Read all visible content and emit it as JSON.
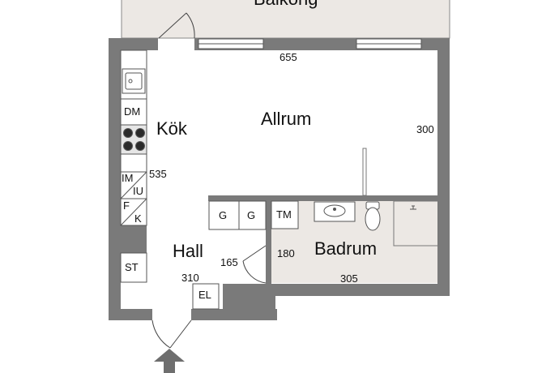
{
  "rooms": {
    "balcony": "Balkong",
    "kitchen": "Kök",
    "living_room": "Allrum",
    "hall": "Hall",
    "bathroom": "Badrum"
  },
  "dimensions": {
    "living_width": "655",
    "living_depth": "300",
    "kitchen_length": "535",
    "hall_width": "165",
    "hall_length": "310",
    "bathroom_depth": "180",
    "bathroom_width": "305"
  },
  "fixtures": {
    "dm": "DM",
    "im": "IM",
    "iu": "IU",
    "f": "F",
    "k": "K",
    "st": "ST",
    "g1": "G",
    "g2": "G",
    "tm": "TM",
    "el": "EL"
  },
  "colors": {
    "wall": "#7a7a7a",
    "floor_tile": "#ece8e4",
    "background": "#ffffff"
  }
}
